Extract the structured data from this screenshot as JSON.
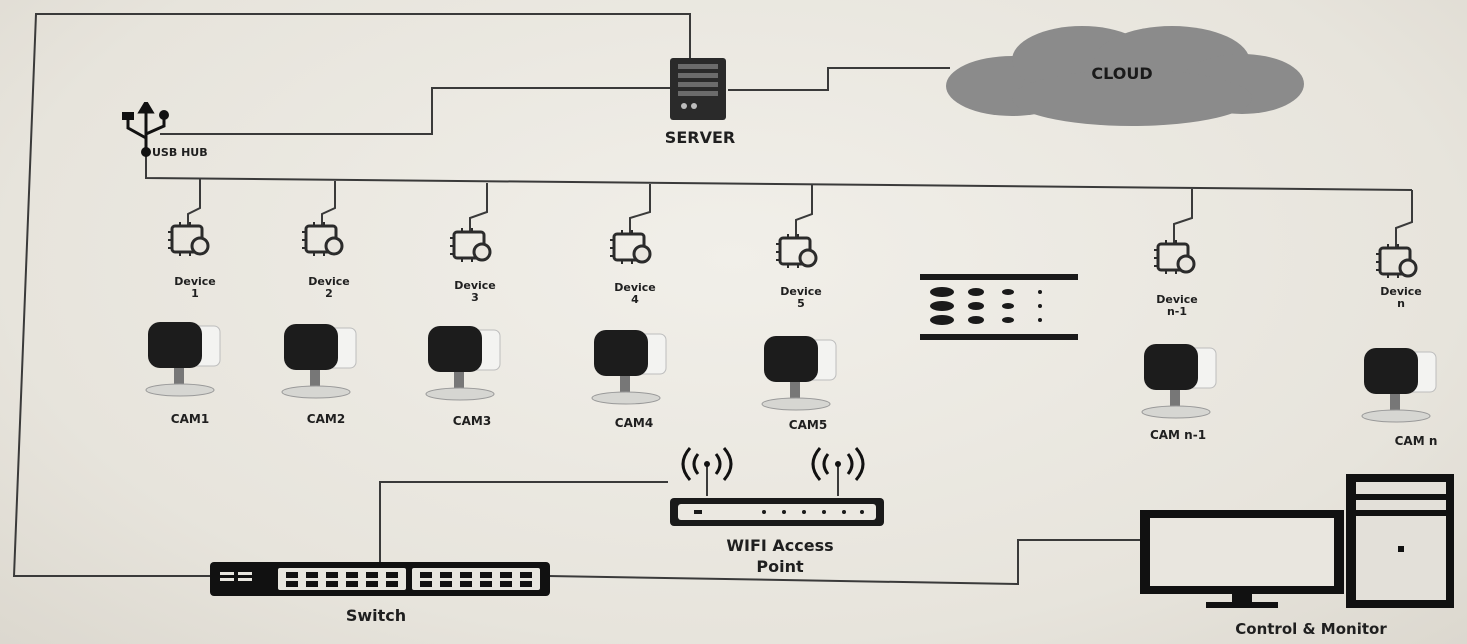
{
  "server": {
    "label": "SERVER",
    "icon": "server-icon"
  },
  "cloud": {
    "label": "CLOUD",
    "icon": "cloud-icon"
  },
  "usb_hub": {
    "label": "USB HUB",
    "icon": "usb-icon"
  },
  "devices": [
    {
      "name": "Device",
      "num": "1",
      "camera": "CAM1"
    },
    {
      "name": "Device",
      "num": "2",
      "camera": "CAM2"
    },
    {
      "name": "Device",
      "num": "3",
      "camera": "CAM3"
    },
    {
      "name": "Device",
      "num": "4",
      "camera": "CAM4"
    },
    {
      "name": "Device",
      "num": "5",
      "camera": "CAM5"
    },
    {
      "name": "Device",
      "num": "n-1",
      "camera": "CAM n-1"
    },
    {
      "name": "Device",
      "num": "n",
      "camera": "CAM n"
    }
  ],
  "wifi": {
    "label_line1": "WIFI Access",
    "label_line2": "Point",
    "icon": "wifi-router-icon"
  },
  "switch": {
    "label": "Switch",
    "icon": "network-switch-icon"
  },
  "control": {
    "label": "Control & Monitor",
    "icon": "desktop-computer-icon"
  },
  "colors": {
    "line": "#3a3a3a",
    "cloud": "#8a8a8a",
    "device": "#2b2b2b",
    "camera": "#1c1c1c"
  }
}
